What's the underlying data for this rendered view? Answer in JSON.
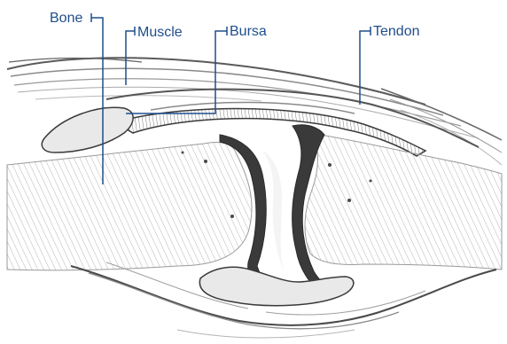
{
  "diagram": {
    "labels": {
      "bone": "Bone",
      "muscle": "Muscle",
      "bursa": "Bursa",
      "tendon": "Tendon"
    },
    "colors": {
      "label": "#1f4e8c",
      "leader": "#1f4e8c",
      "sketch_dark": "#3a3a3a",
      "sketch_mid": "#8a8a8a",
      "sketch_light": "#c8c8c8",
      "fill": "#e9e9e9"
    }
  }
}
